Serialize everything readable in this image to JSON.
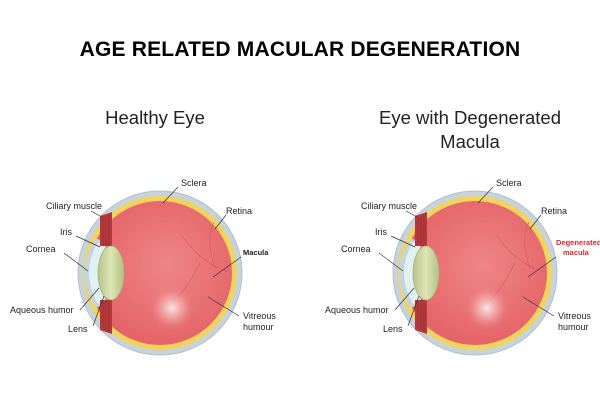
{
  "title": "AGE RELATED MACULAR DEGENERATION",
  "panels": [
    {
      "heading": "Healthy Eye",
      "labels": {
        "sclera": "Sclera",
        "ciliary": "Ciliary muscle",
        "iris": "Iris",
        "cornea": "Cornea",
        "aqueous": "Aqueous humor",
        "lens": "Lens",
        "retina": "Retina",
        "macula_1": "Macula",
        "macula_2": "",
        "vitreous_1": "Vitreous",
        "vitreous_2": "humour"
      }
    },
    {
      "heading_1": "Eye with Degenerated",
      "heading_2": "Macula",
      "labels": {
        "sclera": "Sclera",
        "ciliary": "Ciliary muscle",
        "iris": "Iris",
        "cornea": "Cornea",
        "aqueous": "Aqueous humor",
        "lens": "Lens",
        "retina": "Retina",
        "macula_1": "Degenerated",
        "macula_2": "macula",
        "vitreous_1": "Vitreous",
        "vitreous_2": "humour"
      }
    }
  ],
  "colors": {
    "sclera": "#c7d3db",
    "choroid": "#f3d35b",
    "vitreous": "#e96b6d",
    "lens": "#cdd7a0",
    "cornea": "#dff1f0",
    "iris": "#b5383c",
    "degenerated_label": "#e0262b"
  }
}
